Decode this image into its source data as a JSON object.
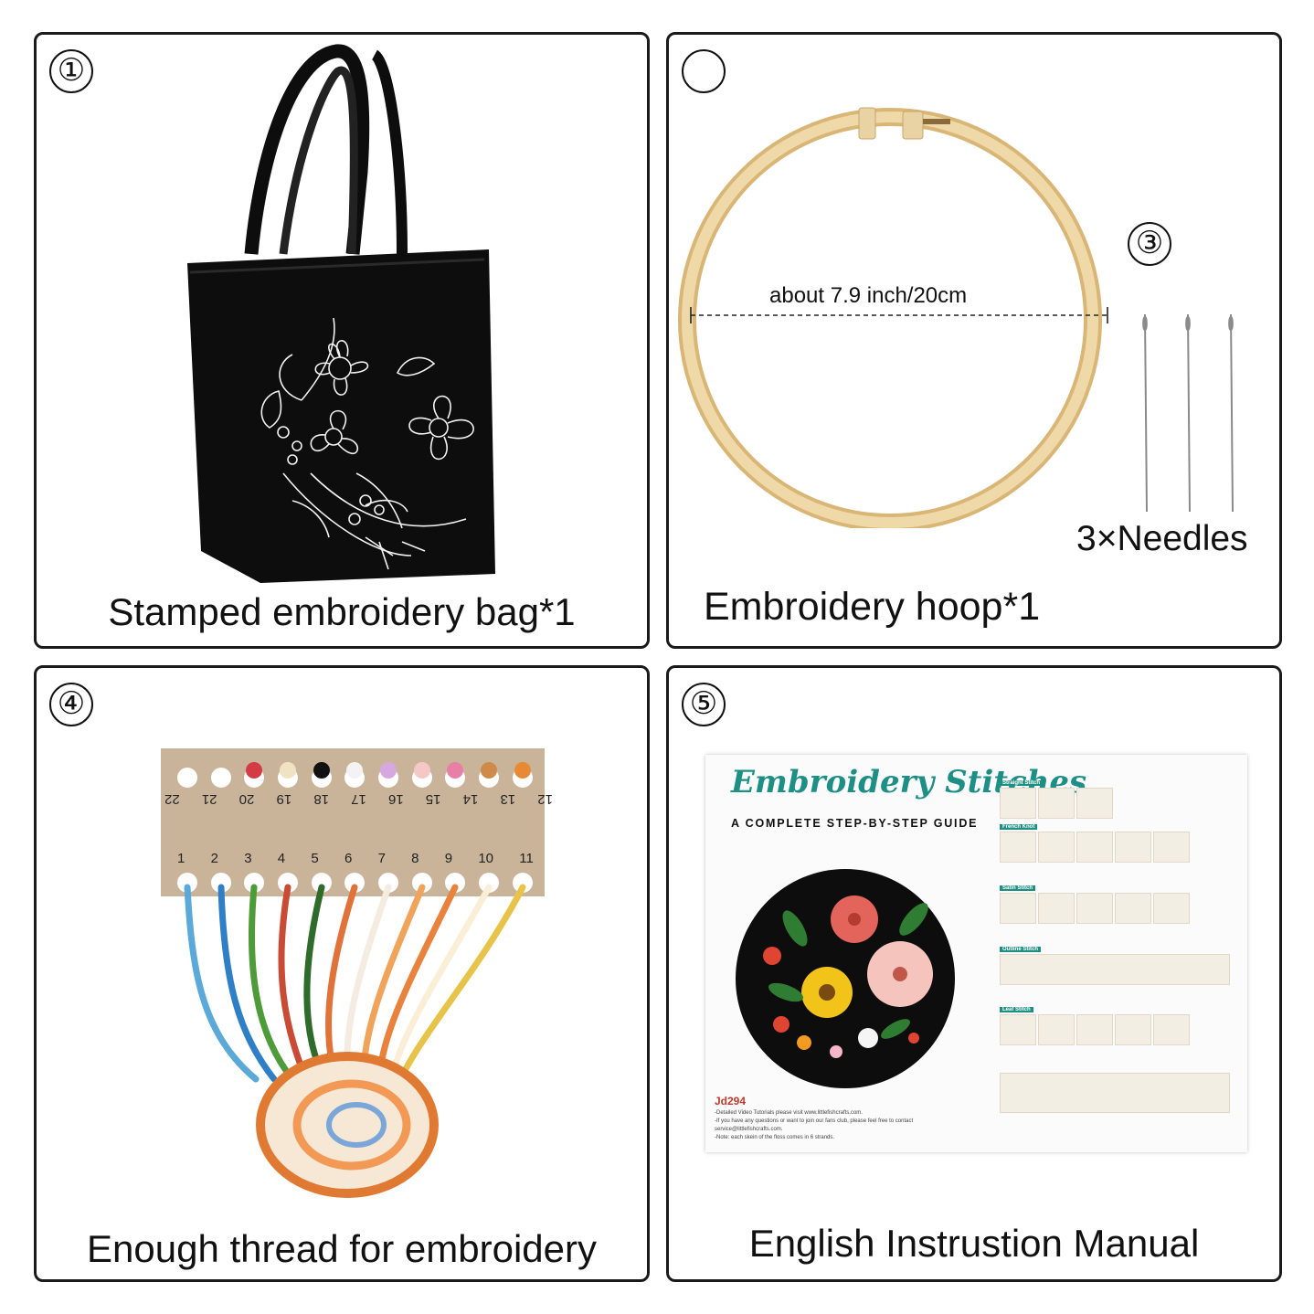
{
  "panels": [
    {
      "number": "①",
      "caption": "Stamped embroidery bag*1"
    },
    {
      "number": "",
      "caption": "Embroidery hoop*1",
      "measure_label": "about 7.9 inch/20cm",
      "sub_number": "③",
      "sub_caption": "3×Needles"
    },
    {
      "number": "④",
      "caption": "Enough thread for embroidery",
      "card_top": [
        "22",
        "21",
        "20",
        "19",
        "18",
        "17",
        "16",
        "15",
        "14",
        "13",
        "12"
      ],
      "card_bottom": [
        "1",
        "2",
        "3",
        "4",
        "5",
        "6",
        "7",
        "8",
        "9",
        "10",
        "11"
      ]
    },
    {
      "number": "⑤",
      "caption": "English Instrustion Manual"
    }
  ],
  "manual": {
    "title": "Embroidery Stitches",
    "subtitle": "A COMPLETE STEP-BY-STEP GUIDE",
    "code": "Jd294",
    "notes": [
      "-Detailed Video Tutorials please visit www.littlefishcrafts.com.",
      "-If you have any questions or want to join our fans club, please feel free to contact",
      "service@littlefishcrafts.com.",
      "-Note: each skein of the floss comes in 6 strands."
    ],
    "sections": [
      "Straight Stitch",
      "French Knot",
      "Satin Stitch",
      "Outline Stitch",
      "Leaf Stitch"
    ]
  },
  "colors": {
    "hoop": "#e8c98e",
    "bag": "#0d0d0d",
    "card": "#c9b49a",
    "manual_accent": "#1e8f83"
  }
}
